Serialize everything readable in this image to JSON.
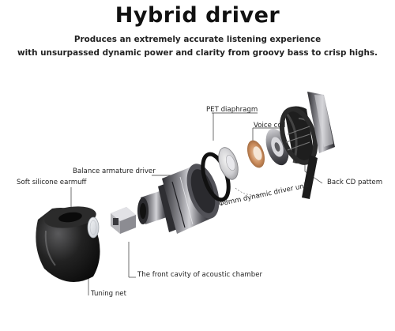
{
  "title": "Hybrid driver",
  "subtitle_line1": "Produces an extremely accurate listening experience",
  "subtitle_line2": "with unsurpassed dynamic power and clarity from groovy bass to crisp highs.",
  "labels": {
    "pet_diaphragm": "PET diaphragm",
    "voice_coil": "Voice coil",
    "balance_armature": "Balance armature driver",
    "soft_silicone": "Soft silicone earmuff",
    "back_cd": "Back CD pattem",
    "dynamic_unit": "Φ8mm dynamic driver unit",
    "front_cavity": "The front cavity of acoustic chamber",
    "tuning_net": "Tuning net"
  },
  "colors": {
    "metal_dark": "#3c3c40",
    "metal_light": "#b8b8bc",
    "rubber": "#1c1c1c",
    "copper": "#c98a5a"
  }
}
